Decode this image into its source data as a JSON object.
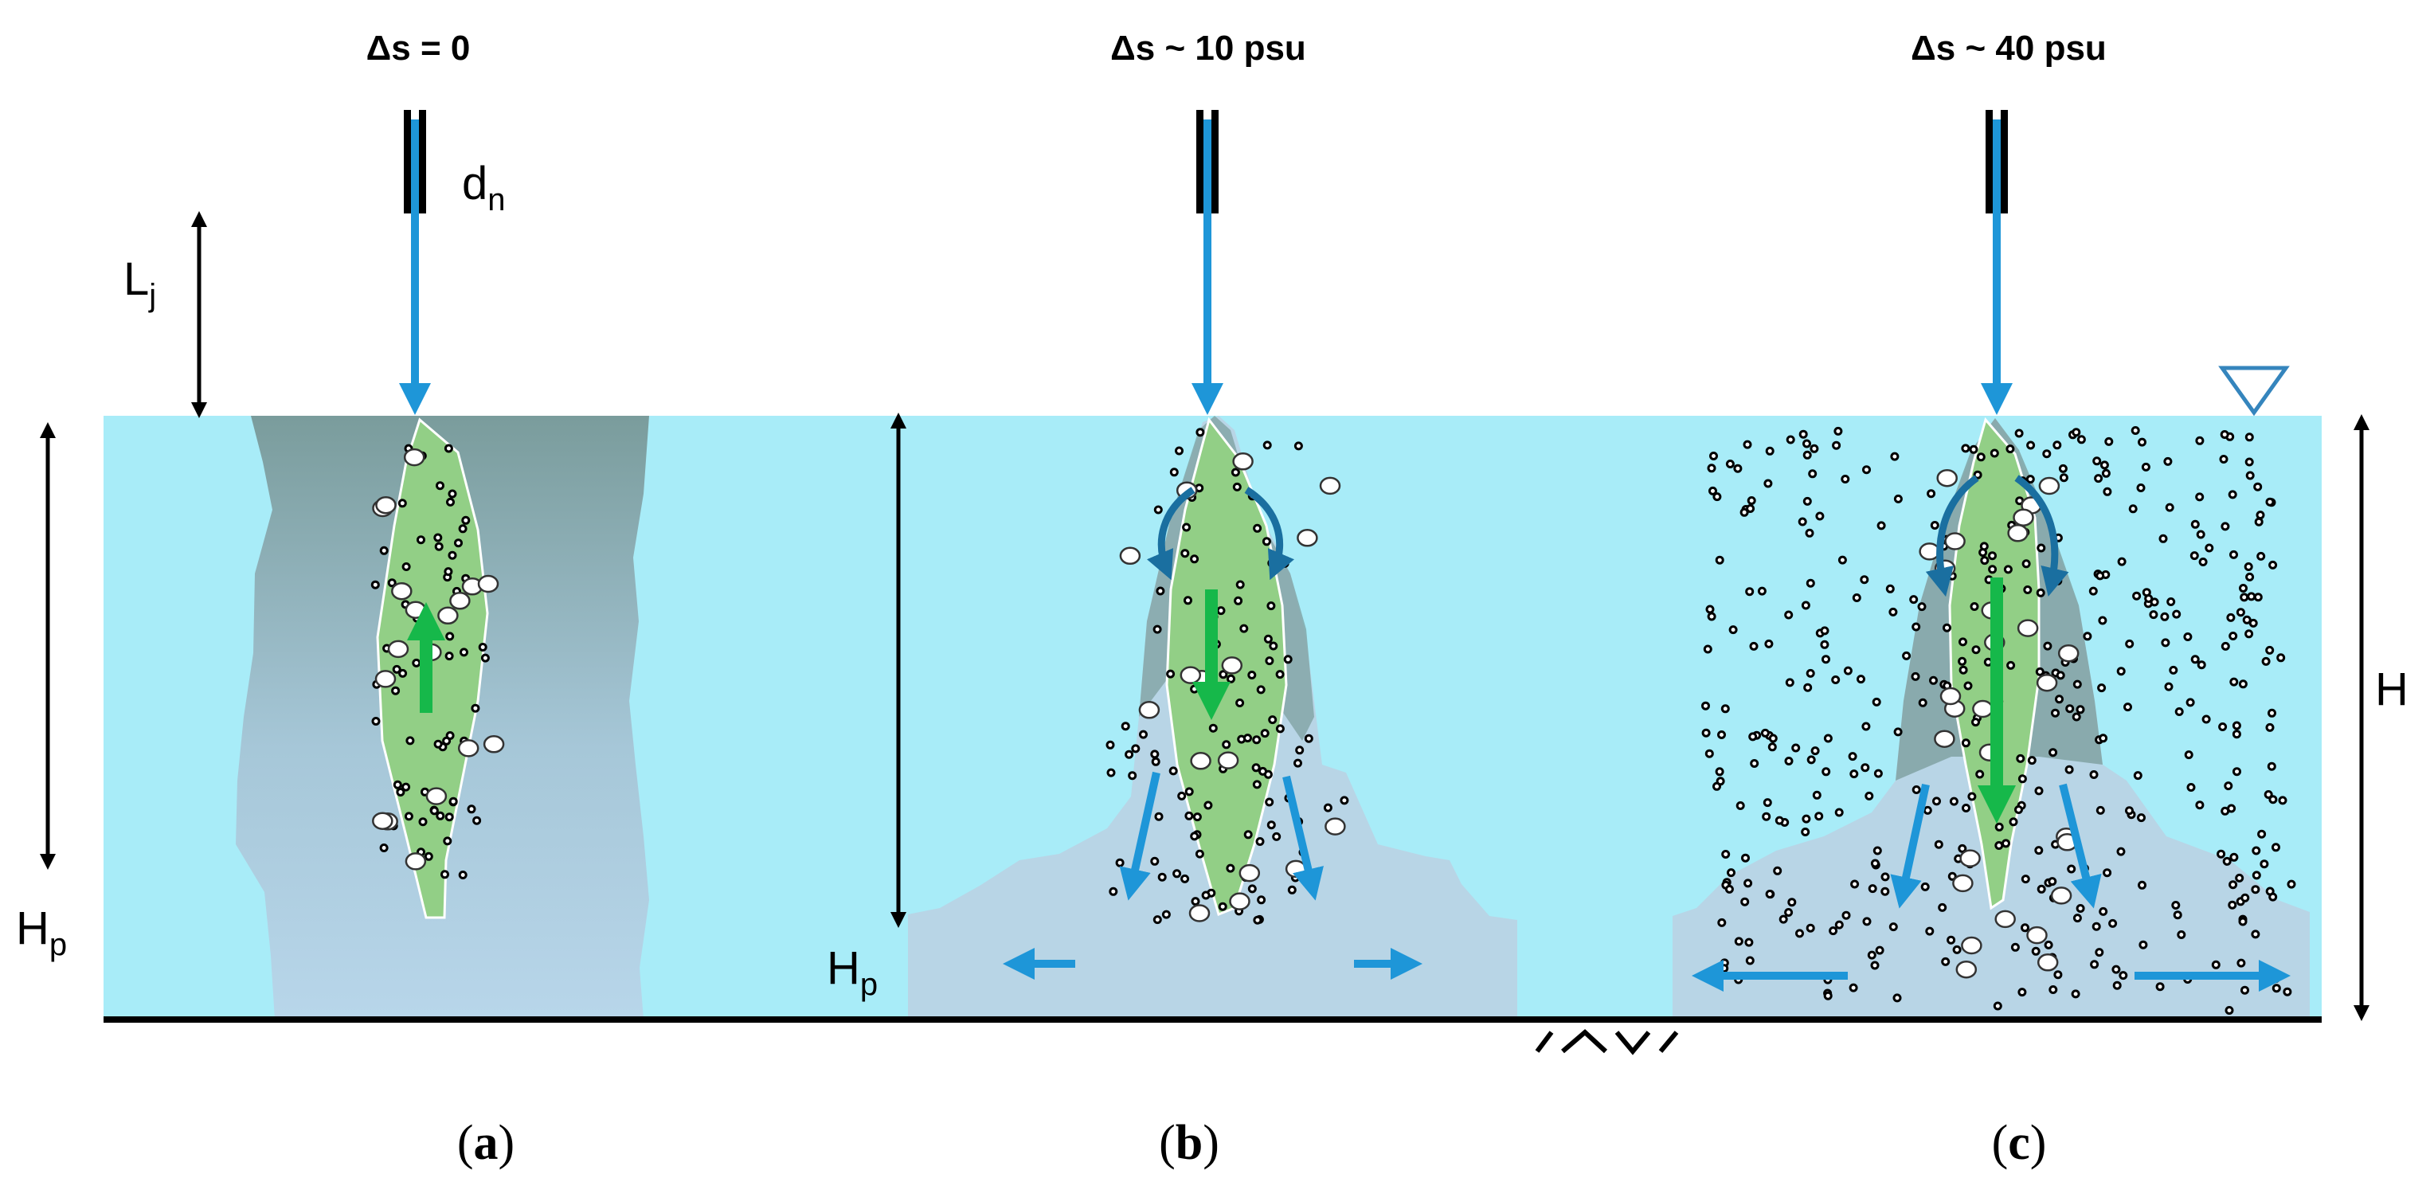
{
  "panels": [
    {
      "id": "a",
      "title": "Δs = 0",
      "caption_open": "(",
      "caption_letter": "a",
      "caption_close": ")"
    },
    {
      "id": "b",
      "title": "Δs ~ 10 psu",
      "caption_open": "(",
      "caption_letter": "b",
      "caption_close": ")"
    },
    {
      "id": "c",
      "title": "Δs ~ 40 psu",
      "caption_open": "(",
      "caption_letter": "c",
      "caption_close": ")"
    }
  ],
  "labels": {
    "dn_main": "d",
    "dn_sub": "n",
    "lj_main": "L",
    "lj_sub": "j",
    "hp_main": "H",
    "hp_sub": "p",
    "h": "H"
  },
  "colors": {
    "water": "#a8ecf8",
    "plume_dark": "#7d9f9f",
    "plume_light": "#b8d5e6",
    "core": "#92cf86",
    "jet": "#1e96d8",
    "green_arrow": "#16b84a",
    "curl_arrow": "#1a6fa0",
    "black": "#000000"
  },
  "icons": [
    "nozzle-icon",
    "water-surface-triangle-icon",
    "bed-hatch-icon",
    "bubble-icon",
    "particle-icon"
  ]
}
